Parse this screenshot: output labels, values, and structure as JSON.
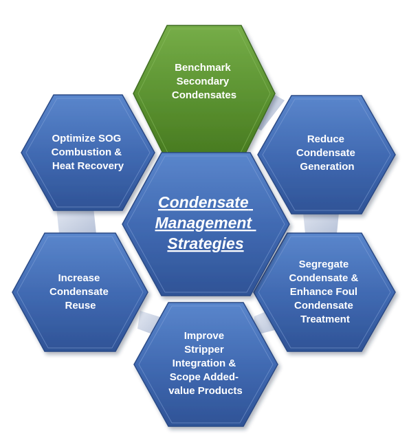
{
  "diagram": {
    "center": {
      "lines": [
        "Condensate",
        "Management",
        "Strategies"
      ]
    },
    "nodes": [
      {
        "id": "benchmark",
        "lines": [
          "Benchmark",
          "Secondary",
          "Condensates"
        ],
        "color": "green"
      },
      {
        "id": "reduce",
        "lines": [
          "Reduce",
          "Condensate",
          "Generation"
        ],
        "color": "blue"
      },
      {
        "id": "segregate",
        "lines": [
          "Segregate",
          "Condensate &",
          "Enhance Foul",
          "Condensate",
          "Treatment"
        ],
        "color": "blue"
      },
      {
        "id": "stripper",
        "lines": [
          "Improve",
          "Stripper",
          "Integration &",
          "Scope Added-",
          "value Products"
        ],
        "color": "blue"
      },
      {
        "id": "reuse",
        "lines": [
          "Increase",
          "Condensate",
          "Reuse"
        ],
        "color": "blue"
      },
      {
        "id": "sog",
        "lines": [
          "Optimize SOG",
          "Combustion &",
          "Heat Recovery"
        ],
        "color": "blue"
      }
    ],
    "colors": {
      "blue_fill": "#3f68b0",
      "blue_light": "#5a86cc",
      "blue_dark": "#2c4d8a",
      "green_fill": "#5a9130",
      "green_light": "#73ab46",
      "green_dark": "#3e6e1e",
      "connector": "#c5cee0"
    }
  }
}
